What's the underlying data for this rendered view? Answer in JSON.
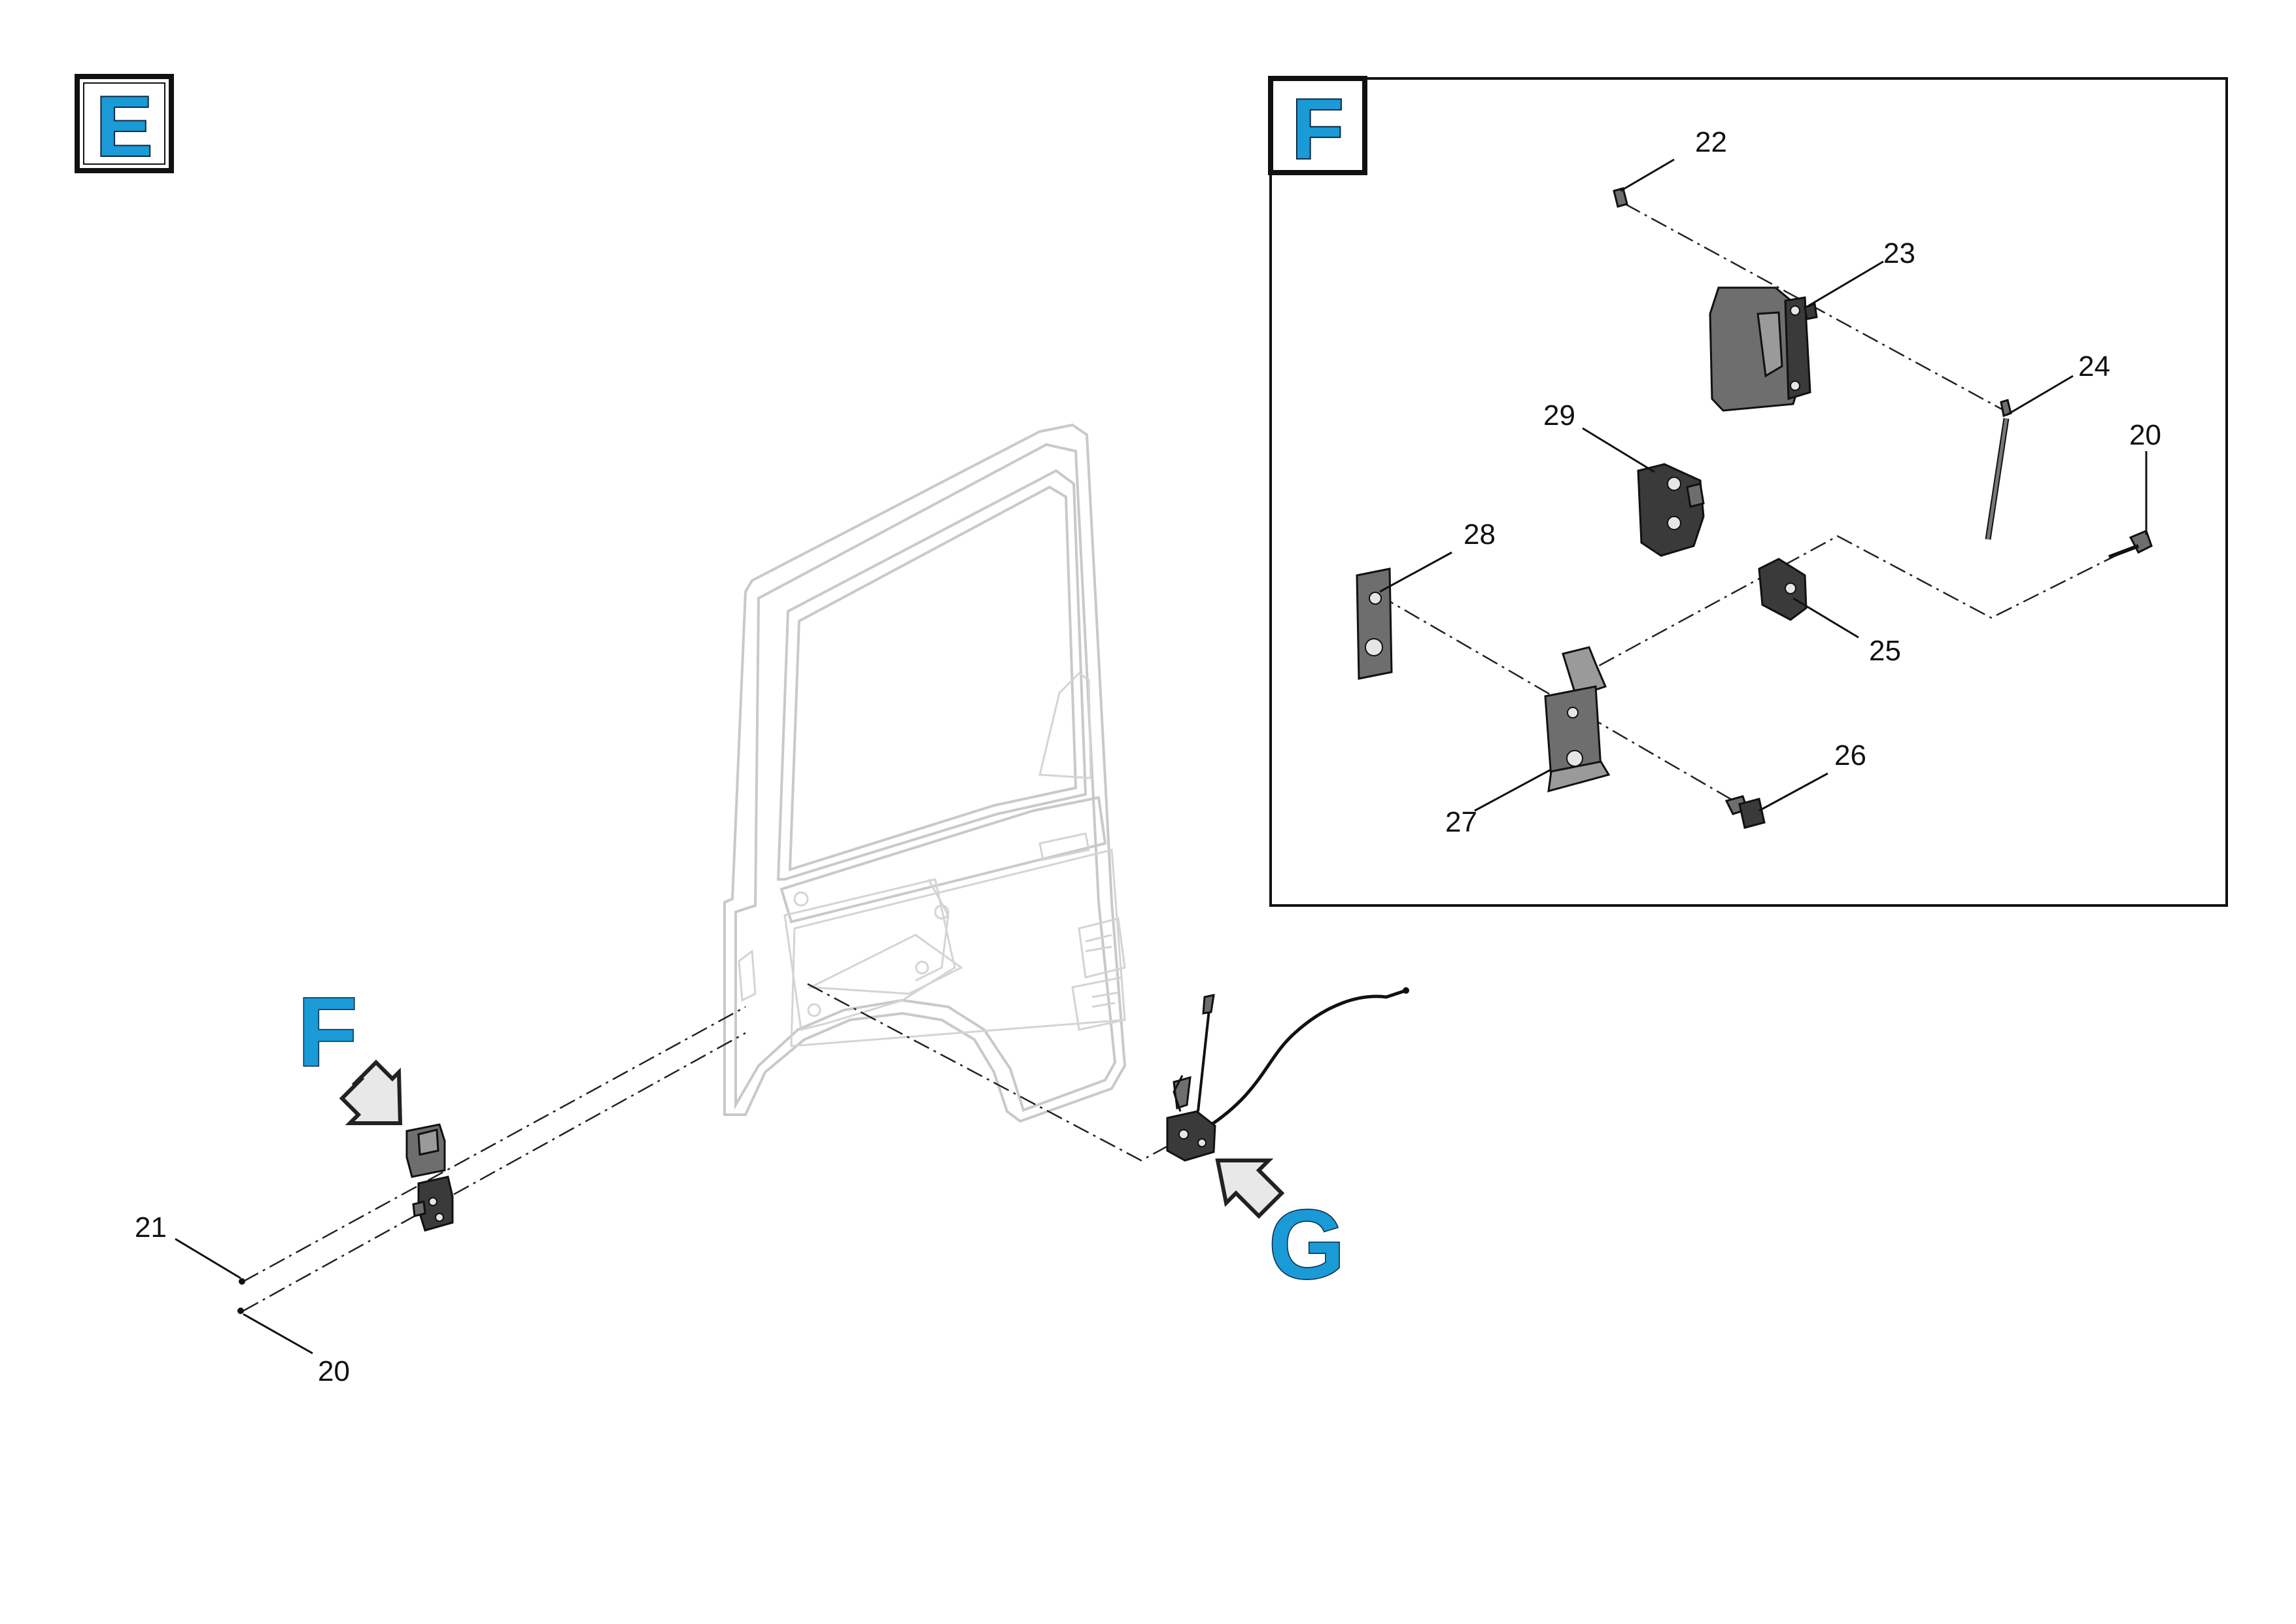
{
  "views": {
    "main_label": "E",
    "detail_label": "F",
    "pointer_f_label": "F",
    "pointer_g_label": "G"
  },
  "callouts": {
    "c20_main": "20",
    "c21": "21",
    "c20_detail": "20",
    "c22": "22",
    "c23": "23",
    "c24": "24",
    "c25": "25",
    "c26": "26",
    "c27": "27",
    "c28": "28",
    "c29": "29"
  },
  "colors": {
    "badge_fill": "#1a9ad6",
    "frame": "#111111",
    "door_outline": "#c9c9c9",
    "part_grey": "#6e6e6e"
  }
}
